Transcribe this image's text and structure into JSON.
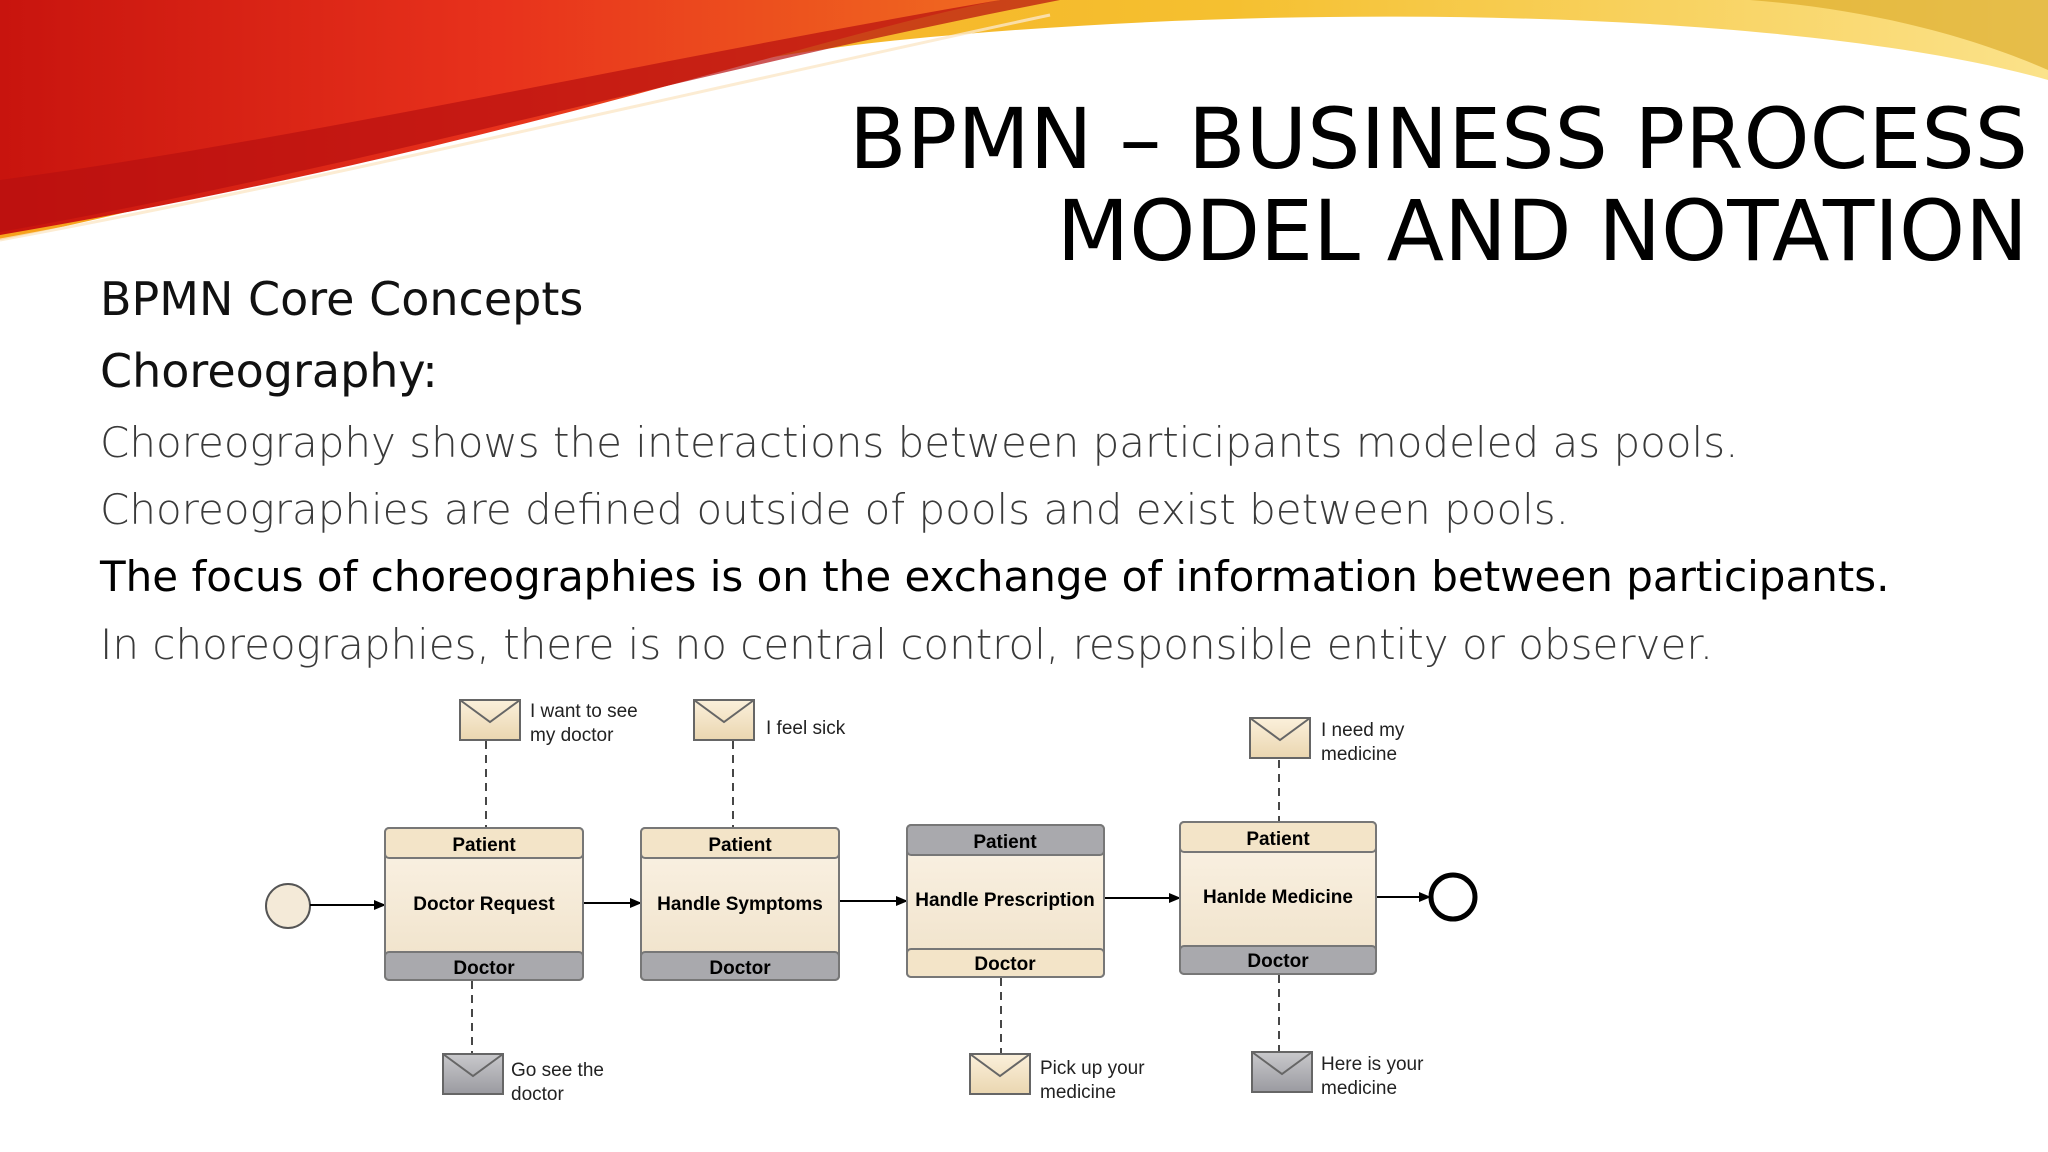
{
  "slide": {
    "title_line1": "BPMN – BUSINESS PROCESS",
    "title_line2": "MODEL AND NOTATION",
    "heading": "BPMN Core Concepts",
    "subheading": "Choreography:",
    "lines": [
      "Choreography shows the interactions between participants modeled as pools.",
      "Choreographies are defined outside of pools and exist between pools.",
      "The focus of choreographies is on the exchange of information between participants.",
      "In choreographies, there is no central control, responsible entity or observer."
    ]
  },
  "diagram": {
    "tasks": [
      {
        "top": "Patient",
        "name": "Doctor Request",
        "bottom": "Doctor"
      },
      {
        "top": "Patient",
        "name": "Handle Symptoms",
        "bottom": "Doctor"
      },
      {
        "top": "Patient",
        "name": "Handle Prescription",
        "bottom": "Doctor"
      },
      {
        "top": "Patient",
        "name": "Hanlde Medicine",
        "bottom": "Doctor"
      }
    ],
    "messages": [
      {
        "line1": "I want to see",
        "line2": "my doctor"
      },
      {
        "line1": "I feel sick",
        "line2": ""
      },
      {
        "line1": "I need my",
        "line2": "medicine"
      },
      {
        "line1": "Go see the",
        "line2": "doctor"
      },
      {
        "line1": "Pick up your",
        "line2": "medicine"
      },
      {
        "line1": "Here is your",
        "line2": "medicine"
      }
    ]
  },
  "colors": {
    "task_fill": "#f5ead8",
    "band_light": "#f3e4c8",
    "band_dark": "#a9a9ad",
    "swoosh_red": "#e02a1a",
    "swoosh_orange": "#f39c1a",
    "swoosh_yellow": "#f7d33a"
  }
}
